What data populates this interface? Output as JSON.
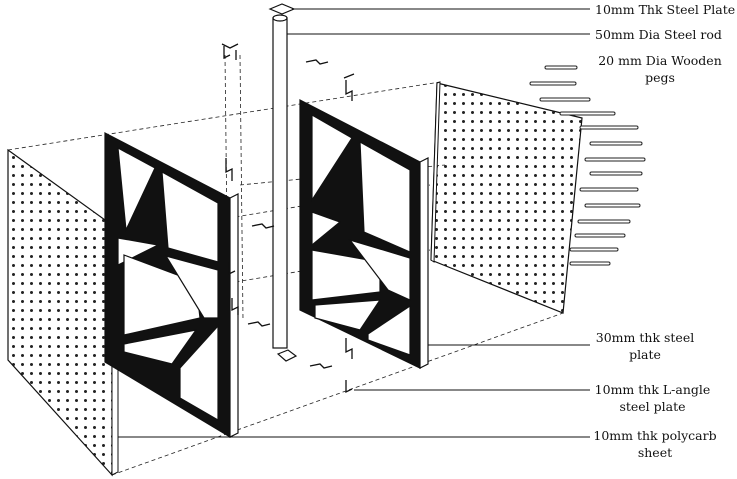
{
  "diagram": {
    "labels": {
      "steel_plate_top": "10mm Thk Steel Plate",
      "steel_rod": "50mm Dia Steel rod",
      "wooden_pegs": [
        "20 mm Dia Wooden",
        "pegs"
      ],
      "steel_plate_frame": [
        "30mm thk steel",
        "plate"
      ],
      "l_angle": [
        "10mm thk L-angle",
        "steel plate"
      ],
      "polycarb": [
        "10mm thk polycarb",
        "sheet"
      ]
    },
    "colors": {
      "line": "#111111",
      "frame_fill": "#ffffff",
      "background": "#ffffff"
    }
  }
}
